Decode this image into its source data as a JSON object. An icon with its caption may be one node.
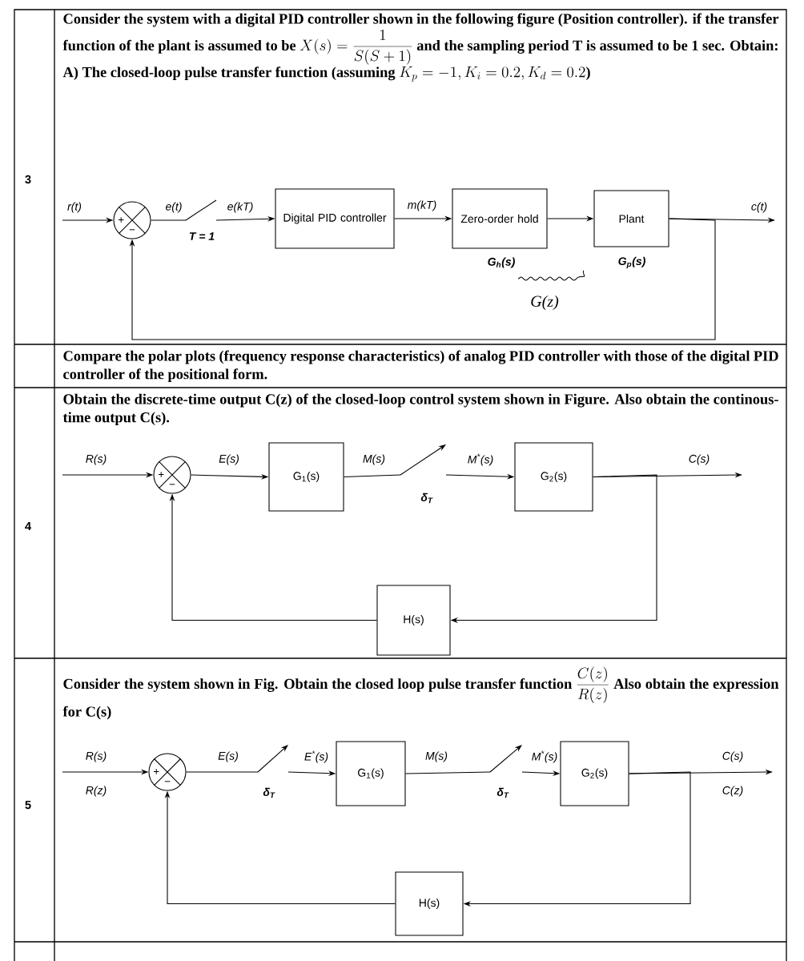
{
  "diagram": {
    "nodes": [
      {
        "text": [
          "+",
          "−"
        ]
      },
      {
        "text": [],
        "shape": "switch",
        "beside": [
          "T = 1"
        ]
      },
      {
        "text": [
          "Digital PID controller"
        ]
      },
      {
        "text": [
          "Zero-order hold"
        ],
        "beside": [
          "G$_{h}$(s)"
        ]
      },
      {
        "text": [
          "Plant"
        ],
        "beside": [
          "G$_{p}$(s)"
        ]
      },
      {
        "text": [
          "+",
          "−"
        ]
      },
      {
        "text": [
          "G$_{1}$(s)"
        ]
      },
      {
        "text": [],
        "shape": "switch",
        "beside": [
          "δ$_{T}$"
        ]
      },
      {
        "text": [
          "G$_{2}$(s)"
        ]
      },
      {
        "text": [
          "H(s)"
        ]
      },
      {
        "text": [
          "+",
          "−"
        ]
      },
      {
        "text": [],
        "shape": "switch",
        "beside": [
          "δ$_{T}$"
        ]
      },
      {
        "text": [
          "G$_{1}$(s)"
        ]
      },
      {
        "text": [],
        "shape": "switch",
        "beside": [
          "δ$_{T}$"
        ]
      },
      {
        "text": [
          "G$_{2}$(s)"
        ]
      },
      {
        "text": [
          "H(s)"
        ]
      }
    ],
    "edges": [
      {
        "from": null,
        "to": 0,
        "arrow": "to",
        "label": "r(t)"
      },
      {
        "from": 0,
        "to": 1,
        "arrow": "none",
        "label": "e(t)"
      },
      {
        "from": 1,
        "to": 2,
        "arrow": "to",
        "label": "e(kT)"
      },
      {
        "from": 2,
        "to": 3,
        "arrow": "to",
        "label": "m(kT)"
      },
      {
        "from": 3,
        "to": 4,
        "arrow": "to"
      },
      {
        "from": 4,
        "to": null,
        "arrow": "to",
        "label": "c(t)"
      },
      {
        "from": 4,
        "to": 0,
        "arrow": "to"
      },
      {
        "from": null,
        "to": 5,
        "arrow": "to",
        "label": "R(s)"
      },
      {
        "from": 5,
        "to": 6,
        "arrow": "to",
        "label": "E(s)"
      },
      {
        "from": 6,
        "to": 7,
        "arrow": "none",
        "label": "M(s)"
      },
      {
        "from": 7,
        "to": 8,
        "arrow": "to",
        "label": "M$^{*}$(s)"
      },
      {
        "from": 8,
        "to": null,
        "arrow": "to",
        "label": "C(s)"
      },
      {
        "from": 8,
        "to": 9,
        "arrow": "to"
      },
      {
        "from": 9,
        "to": 5,
        "arrow": "to"
      },
      {
        "from": null,
        "to": 10,
        "arrow": "to",
        "label": "R(s)"
      },
      {
        "from": 10,
        "to": 11,
        "arrow": "none",
        "label": "E(s)"
      },
      {
        "from": 11,
        "to": 12,
        "arrow": "to",
        "label": "E$^{*}$(s)"
      },
      {
        "from": 12,
        "to": 13,
        "arrow": "none",
        "label": "M(s)"
      },
      {
        "from": 13,
        "to": 14,
        "arrow": "to",
        "label": "M$^{*}$(s)"
      },
      {
        "from": 14,
        "to": null,
        "arrow": "to",
        "label": "C(s)"
      },
      {
        "from": 14,
        "to": 15,
        "arrow": "to"
      },
      {
        "from": 15,
        "to": 10,
        "arrow": "to"
      }
    ],
    "labels": [
      "Consider the system with a digital PID controller shown in the following figure (Position controller). if the transfer function of the plant is assumed to be",
      "X(s) = \\frac{1}{S(S+1)}",
      "and the sampling period T is assumed to be 1 sec. Obtain:",
      "A) The closed-loop pulse transfer function (assuming",
      "K_p = -1, K_i = 0.2, K_d = 0.2",
      ")",
      "3",
      "G(z)",
      "Compare the polar plots (frequency response characteristics) of analog PID controller with those of the digital PID controller of the positional form.",
      "Obtain the discrete-time output C(z) of the closed-loop control system shown in Figure. Also obtain the continous-time output C(s).",
      "4",
      "Consider the system shown in Fig. Obtain the closed loop pulse transfer function",
      "\\frac{C(z)}{R(z)}",
      "Also obtain the expression for C(s)",
      "5",
      "R(z)",
      "C(z)"
    ]
  }
}
